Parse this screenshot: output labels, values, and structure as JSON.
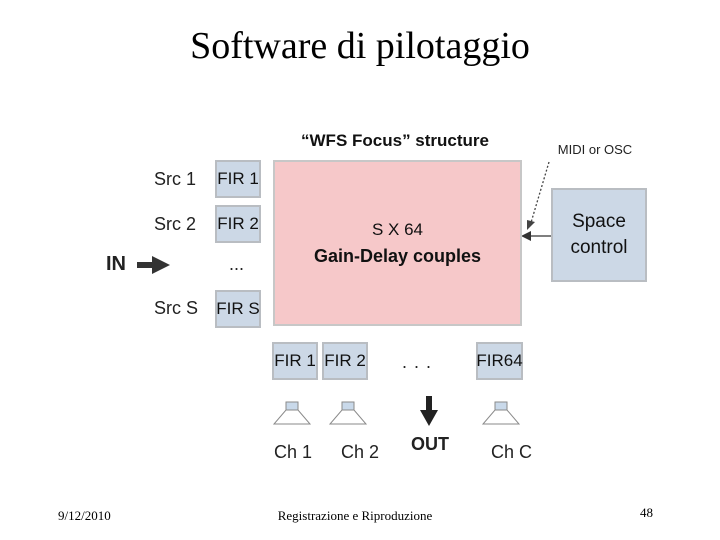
{
  "slide": {
    "title": "Software di pilotaggio",
    "diagram_title": "“WFS Focus” structure",
    "midi_label": "MIDI or OSC",
    "in_label": "IN",
    "sources": [
      {
        "src": "Src 1",
        "fir": "FIR 1"
      },
      {
        "src": "Src 2",
        "fir": "FIR 2"
      },
      {
        "src": "Src S",
        "fir": "FIR S"
      }
    ],
    "src_ellipsis": "...",
    "matrix": {
      "line1": "S X 64",
      "line2": "Gain-Delay couples"
    },
    "space_control": {
      "line1": "Space",
      "line2": "control"
    },
    "output_firs": [
      "FIR 1",
      "FIR 2",
      "FIR64"
    ],
    "out_ellipsis": ". . .",
    "channels": [
      "Ch 1",
      "Ch 2",
      "Ch C"
    ],
    "out_label": "OUT"
  },
  "footer": {
    "date": "9/12/2010",
    "center": "Registrazione e Riproduzione",
    "page": "48"
  }
}
